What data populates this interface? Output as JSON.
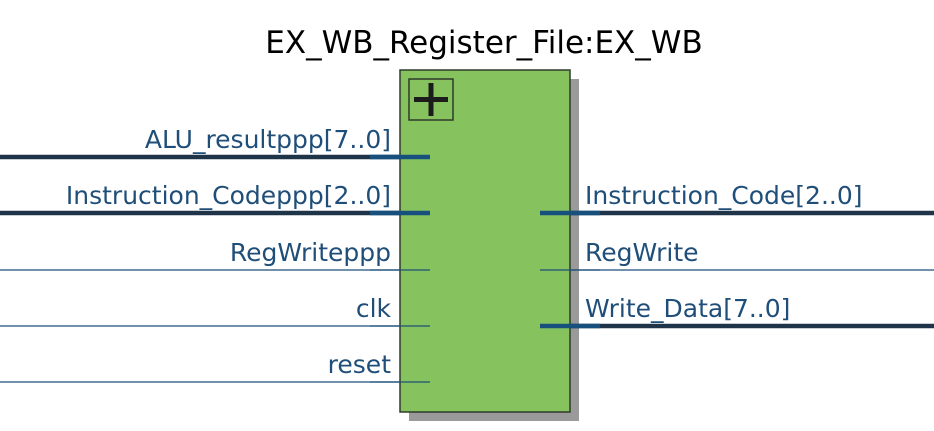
{
  "block": {
    "title": "EX_WB_Register_File:EX_WB",
    "expand_icon": "plus-icon",
    "fill_color": "#86c35e",
    "border_color": "#2f3b2a",
    "shadow_color": "#9a9a9a"
  },
  "wire_colors": {
    "bus": "#1f3349",
    "stub": "#17507d",
    "signal": "#1f4e79"
  },
  "inputs": [
    {
      "label": "ALU_resultppp[7..0]",
      "bus": true
    },
    {
      "label": "Instruction_Codeppp[2..0]",
      "bus": true
    },
    {
      "label": "RegWriteppp",
      "bus": false
    },
    {
      "label": "clk",
      "bus": false
    },
    {
      "label": "reset",
      "bus": false
    }
  ],
  "outputs": [
    {
      "label": "Instruction_Code[2..0]",
      "bus": true
    },
    {
      "label": "RegWrite",
      "bus": false
    },
    {
      "label": "Write_Data[7..0]",
      "bus": true
    }
  ]
}
